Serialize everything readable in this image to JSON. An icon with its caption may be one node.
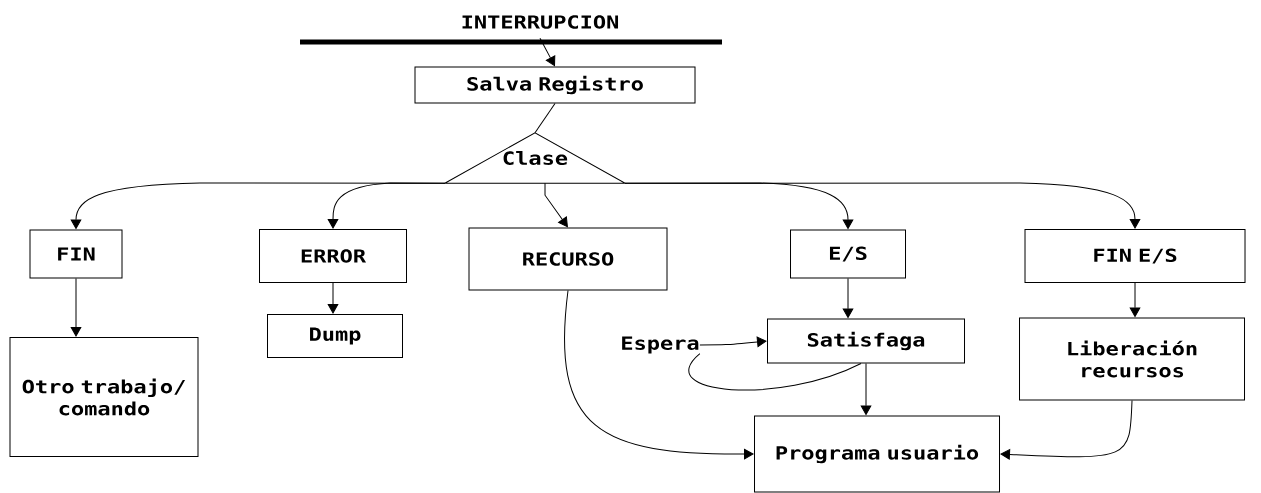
{
  "diagram": {
    "nodes": [
      {
        "text": [
          "INTERRUPCION"
        ]
      },
      {
        "text": [
          "Salva Registro"
        ]
      },
      {
        "text": [
          "Clase"
        ]
      },
      {
        "text": [
          "FIN"
        ]
      },
      {
        "text": [
          "ERROR"
        ]
      },
      {
        "text": [
          "RECURSO"
        ]
      },
      {
        "text": [
          "E/S"
        ]
      },
      {
        "text": [
          "FIN E/S"
        ]
      },
      {
        "text": [
          "Otro trabajo/ comando"
        ]
      },
      {
        "text": [
          "Dump"
        ]
      },
      {
        "text": [
          "Espera"
        ]
      },
      {
        "text": [
          "Satisfaga"
        ]
      },
      {
        "text": [
          "Liberación recursos"
        ]
      },
      {
        "text": [
          "Programa usuario"
        ]
      }
    ],
    "edges": [
      {
        "from": 0,
        "to": 1,
        "arrow": "to"
      },
      {
        "from": 1,
        "to": 2,
        "arrow": "none"
      },
      {
        "from": 2,
        "to": 3,
        "arrow": "to"
      },
      {
        "from": 2,
        "to": 4,
        "arrow": "to"
      },
      {
        "from": 2,
        "to": 5,
        "arrow": "to"
      },
      {
        "from": 2,
        "to": 6,
        "arrow": "to"
      },
      {
        "from": 2,
        "to": 7,
        "arrow": "to"
      },
      {
        "from": 3,
        "to": 8,
        "arrow": "to"
      },
      {
        "from": 4,
        "to": 9,
        "arrow": "to"
      },
      {
        "from": 5,
        "to": 13,
        "arrow": "to"
      },
      {
        "from": 6,
        "to": 11,
        "arrow": "to"
      },
      {
        "from": 7,
        "to": 12,
        "arrow": "to"
      },
      {
        "from": 10,
        "to": 11,
        "arrow": "to"
      },
      {
        "from": 11,
        "to": 10,
        "arrow": "none"
      },
      {
        "from": 11,
        "to": 13,
        "arrow": "to"
      },
      {
        "from": 12,
        "to": 13,
        "arrow": "to"
      }
    ]
  }
}
